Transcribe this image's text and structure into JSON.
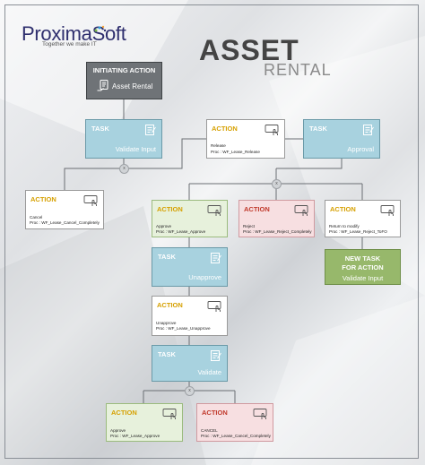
{
  "brand": {
    "name": "ProximaSoft",
    "tagline": "Together we make IT"
  },
  "title": {
    "line1": "ASSET",
    "line2": "RENTAL"
  },
  "colors": {
    "task": "#a8d2df",
    "action_approve": "#e7f1dc",
    "action_reject": "#f7dfe1",
    "new_task": "#97b86b",
    "initiating": "#6f7377"
  },
  "nodes": {
    "initiating": {
      "header": "INITIATING ACTION",
      "label": "Asset Rental",
      "icon": "document-hand-icon"
    },
    "task_validate_input": {
      "header": "TASK",
      "label": "Validate Input"
    },
    "action_release": {
      "header": "ACTION",
      "line1": "Release",
      "line2": "Proc : WF_Lease_Release"
    },
    "task_approval": {
      "header": "TASK",
      "label": "Approval"
    },
    "action_cancel": {
      "header": "ACTION",
      "line1": "Cancel",
      "line2": "Proc : WF_Lease_Cancel_Completely"
    },
    "action_approve": {
      "header": "ACTION",
      "line1": "Approve",
      "line2": "Proc : WF_Lease_Approve"
    },
    "action_reject": {
      "header": "ACTION",
      "line1": "Reject",
      "line2": "Proc : WF_Lease_Reject_Completely"
    },
    "action_return": {
      "header": "ACTION",
      "line1": "Return to modify",
      "line2": "Proc : WF_Lease_Reject_ToFO"
    },
    "new_task": {
      "line1": "NEW TASK",
      "line2": "FOR ACTION",
      "line3": "Validate Input"
    },
    "task_unapprove": {
      "header": "TASK",
      "label": "Unapprove"
    },
    "action_unapprove": {
      "header": "ACTION",
      "line1": "Unapprove",
      "line2": "Proc : WF_Lease_Unapprove"
    },
    "task_validate": {
      "header": "TASK",
      "label": "Validate"
    },
    "action_approve2": {
      "header": "ACTION",
      "line1": "Approve",
      "line2": "Proc : WF_Lease_Approve"
    },
    "action_cancel2": {
      "header": "ACTION",
      "line1": "CANCEL",
      "line2": "Proc : WF_Lease_Cancel_Completely"
    }
  },
  "gateways": [
    "x",
    "x",
    "x"
  ]
}
